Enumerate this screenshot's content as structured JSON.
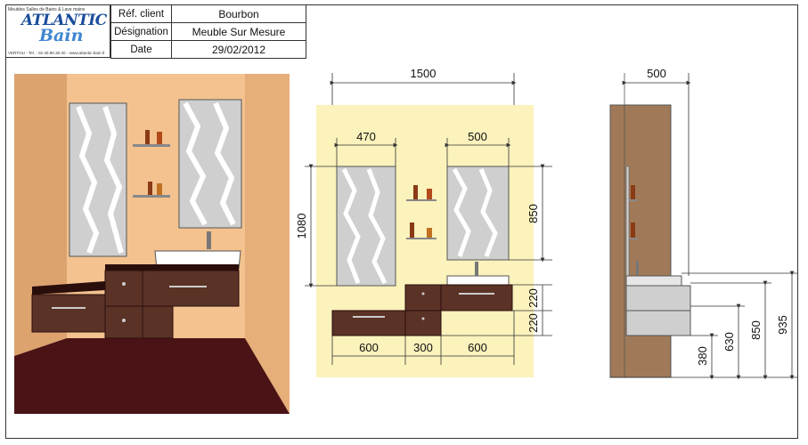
{
  "header": {
    "logo": {
      "tagline": "Meubles Salles de Bains & Lave mains",
      "brand_line1": "ATLANTIC",
      "brand_line2": "Bain",
      "contact": "VERTOU - Tel. : 02.40.80.30.20 - www.atlantic-bain.fr"
    },
    "rows": [
      {
        "label": "Réf. client",
        "value": "Bourbon"
      },
      {
        "label": "Désignation",
        "value": "Meuble Sur Mesure"
      },
      {
        "label": "Date",
        "value": "29/02/2012"
      }
    ]
  },
  "front_view": {
    "total_width": "1500",
    "mirror_left_width": "470",
    "mirror_right_width": "500",
    "total_height": "1080",
    "mirror_height": "850",
    "drawer_height_upper": "220",
    "drawer_height_lower": "220",
    "segment_left": "600",
    "segment_middle": "300",
    "segment_right": "600"
  },
  "side_view": {
    "depth": "500",
    "h_380": "380",
    "h_630": "630",
    "h_850": "850",
    "h_935": "935"
  },
  "colors": {
    "wall_peach": "#f3c28f",
    "wall_yellow": "#fbf2bc",
    "wood_dark": "#5b3226",
    "wood_side": "#a07a58",
    "floor": "#4a1416"
  }
}
